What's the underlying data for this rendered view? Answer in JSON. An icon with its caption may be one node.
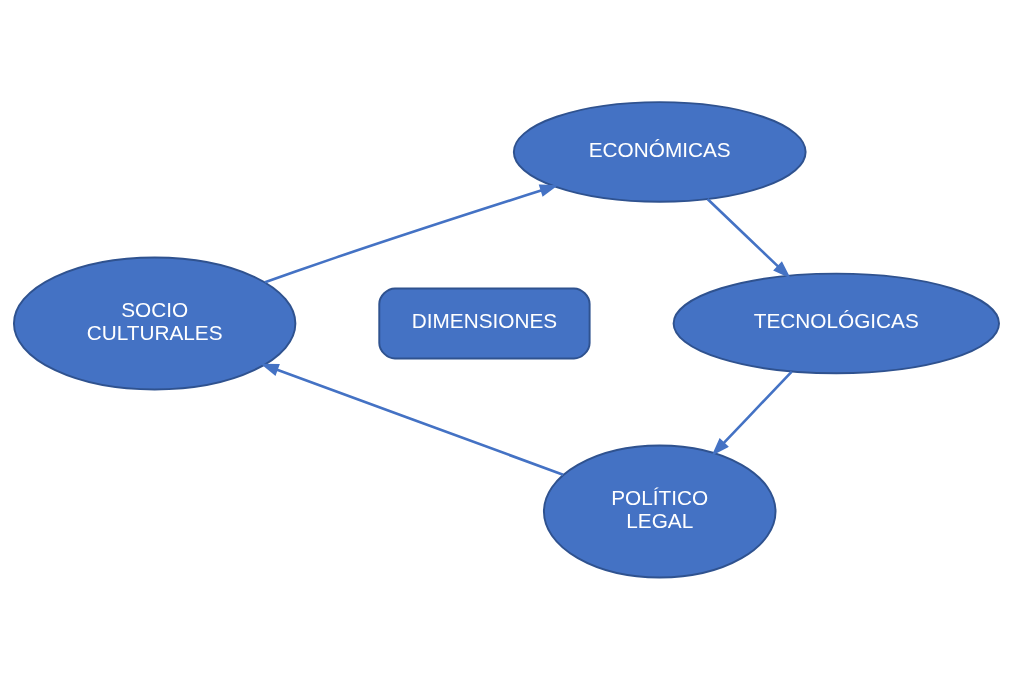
{
  "diagram": {
    "nodes": [
      {
        "text": [
          "ECONÓMICAS"
        ]
      },
      {
        "text": [
          "TECNOLÓGICAS"
        ]
      },
      {
        "text": [
          "POLÍTICO LEGAL"
        ]
      },
      {
        "text": [
          "SOCIO CULTURALES"
        ]
      },
      {
        "text": [
          "DIMENSIONES"
        ]
      }
    ],
    "edges": [
      {
        "from": 0,
        "to": 1,
        "arrow": "to"
      },
      {
        "from": 1,
        "to": 2,
        "arrow": "to"
      },
      {
        "from": 2,
        "to": 3,
        "arrow": "to"
      },
      {
        "from": 3,
        "to": 0,
        "arrow": "to"
      }
    ]
  }
}
